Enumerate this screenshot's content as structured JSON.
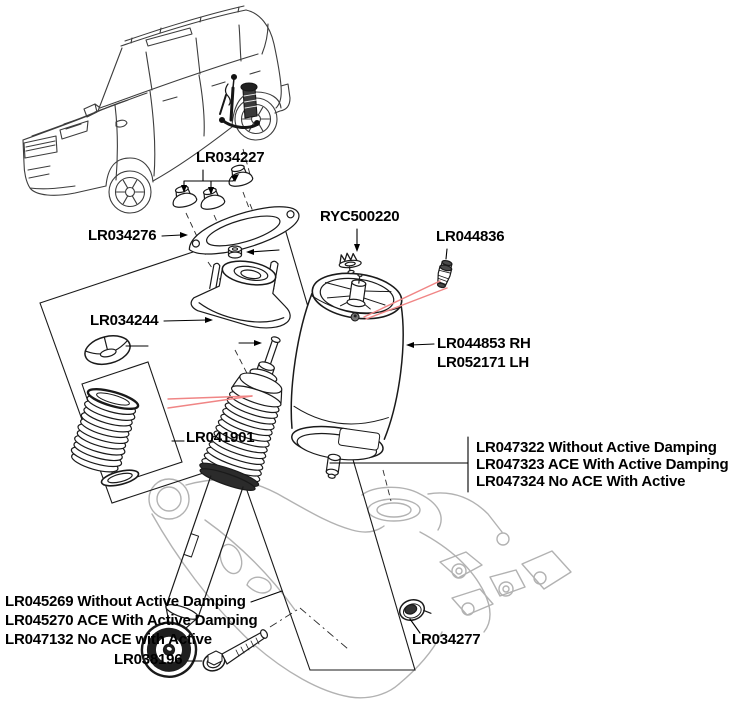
{
  "diagram": {
    "labels": {
      "lr034227": "LR034227",
      "lr034276": "LR034276",
      "ryc500220": "RYC500220",
      "lr044836": "LR044836",
      "lr034244": "LR034244",
      "air_spring": {
        "rh": "LR044853 RH",
        "lh": "LR052171 LH"
      },
      "lr041901": "LR041901",
      "shock_variants": {
        "line1": "LR047322 Without Active Damping",
        "line2": "LR047323 ACE With Active Damping",
        "line3": "LR047324 No ACE With Active"
      },
      "assembly_variants": {
        "line1": "LR045269 Without Active Damping",
        "line2": "LR045270 ACE With Active Damping",
        "line3": "LR047132 No ACE with Active"
      },
      "lr038196": "LR038196",
      "lr034277": "LR034277"
    },
    "colors": {
      "line": "#1a1a1a",
      "highlight": "#f08585",
      "arm": "#b2b2b2",
      "car": "#3d3d3d",
      "text": "#000000"
    }
  }
}
